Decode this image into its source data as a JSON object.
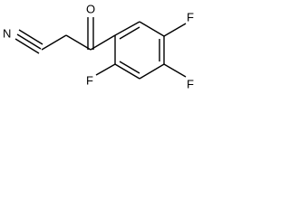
{
  "molecule": {
    "atoms": {
      "nitrogen": "N",
      "oxygen": "O",
      "fluorine_top_right": "F",
      "fluorine_right": "F",
      "fluorine_bottom_left": "F"
    },
    "colors": {
      "bond": "#000000",
      "label": "#000000",
      "background": "#ffffff"
    }
  }
}
